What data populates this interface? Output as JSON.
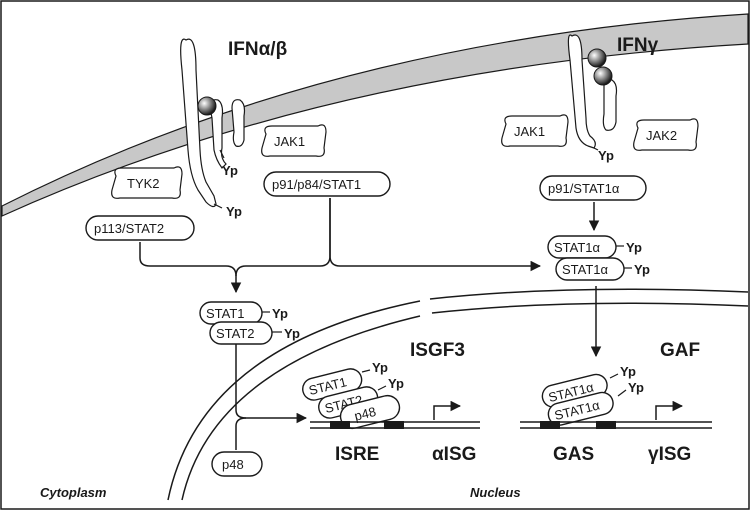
{
  "ligands": {
    "ifn_ab": "IFNα/β",
    "ifn_g": "IFNγ"
  },
  "kinases": {
    "jak1_left": "JAK1",
    "tyk2": "TYK2",
    "jak1_right": "JAK1",
    "jak2": "JAK2"
  },
  "proteins": {
    "p113": "p113/STAT2",
    "p91_p84": "p91/p84/STAT1",
    "p91_stat1a": "p91/STAT1α",
    "p48_cyto": "p48"
  },
  "dimer_left": {
    "a": "STAT1",
    "b": "STAT2"
  },
  "dimer_right": {
    "a": "STAT1α",
    "b": "STAT1α"
  },
  "isgf3": {
    "label": "ISGF3",
    "a": "STAT1",
    "b": "STAT2",
    "c": "p48"
  },
  "gaf": {
    "label": "GAF",
    "a": "STAT1α",
    "b": "STAT1α"
  },
  "promoters": {
    "isre": "ISRE",
    "aisg": "αISG",
    "gas": "GAS",
    "gisg": "γISG"
  },
  "phospho": "Yp",
  "regions": {
    "cytoplasm": "Cytoplasm",
    "nucleus": "Nucleus"
  }
}
